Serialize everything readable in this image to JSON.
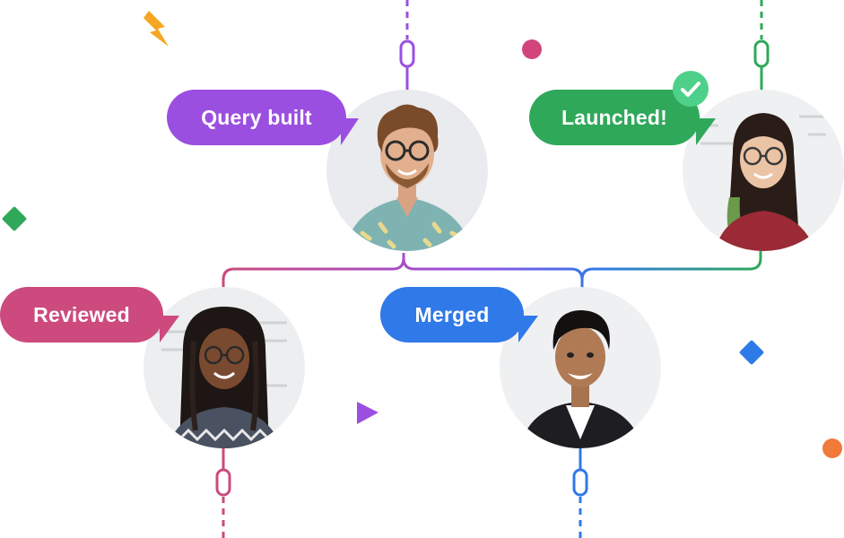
{
  "bubbles": {
    "query_built": "Query built",
    "launched": "Launched!",
    "reviewed": "Reviewed",
    "merged": "Merged"
  },
  "colors": {
    "purple": "#9b4fe0",
    "green": "#2fa85a",
    "pink": "#cc4a7e",
    "blue": "#3079e8",
    "orange_bolt": "#f5a623",
    "magenta_dot": "#d2457c",
    "orange_dot": "#f07a3a",
    "green_diamond": "#2fa85a",
    "blue_diamond": "#2e7ae6",
    "check_badge": "#4fd08a"
  },
  "icons": [
    "lightning-icon",
    "check-icon",
    "play-triangle-icon"
  ]
}
